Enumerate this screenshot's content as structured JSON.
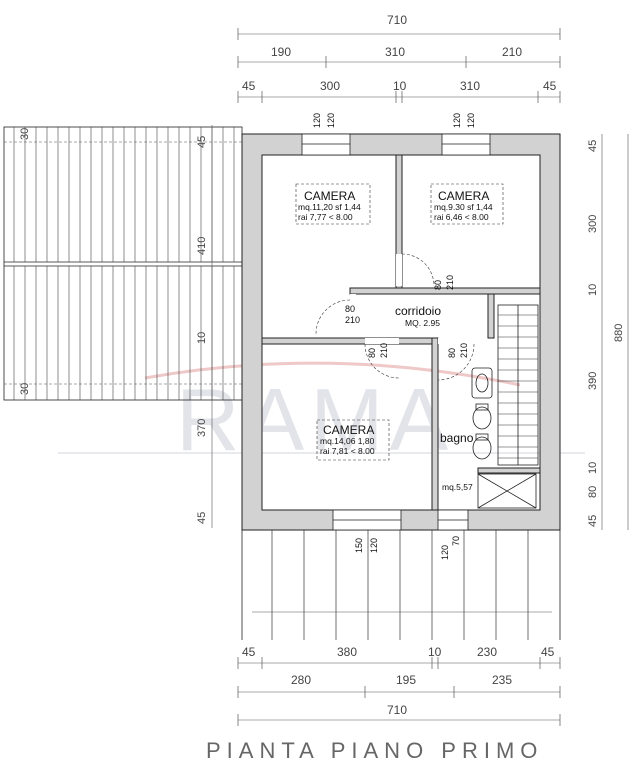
{
  "top_dims": {
    "total": "710",
    "row2": [
      "190",
      "310",
      "210"
    ],
    "row3": [
      "45",
      "300",
      "10",
      "310",
      "45"
    ]
  },
  "bottom_dims": {
    "row1": [
      "45",
      "380",
      "10",
      "230",
      "45"
    ],
    "row2": [
      "280",
      "195",
      "235"
    ],
    "total": "710"
  },
  "right_dims": {
    "parts": [
      "45",
      "300",
      "10",
      "390",
      "10",
      "80",
      "45"
    ],
    "total": "880"
  },
  "left_dims": {
    "parts": [
      "45",
      "410",
      "10",
      "370",
      "45"
    ],
    "terrace_marks": [
      "30",
      "30"
    ]
  },
  "window_marks": {
    "top_left": [
      "120",
      "120"
    ],
    "top_right": [
      "120",
      "120"
    ],
    "bottom_left": [
      "150",
      "120"
    ],
    "bottom_right": [
      "120",
      "70"
    ]
  },
  "door_marks": {
    "camera2_door": [
      "80",
      "210"
    ],
    "corridoio_door_left": [
      "80",
      "210"
    ],
    "camera3_door": [
      "80",
      "210"
    ],
    "bagno_door": [
      "80",
      "210"
    ]
  },
  "rooms": {
    "camera1": {
      "name": "CAMERA",
      "line1": "mq.11,20 sf 1,44",
      "line2": "rai 7,77 < 8.00"
    },
    "camera2": {
      "name": "CAMERA",
      "line1": "mq.9.30 sf 1,44",
      "line2": "rai 6,46 < 8.00"
    },
    "corridoio": {
      "name": "corridoio",
      "line1": "MQ. 2.95"
    },
    "camera3": {
      "name": "CAMERA",
      "line1": "mq.14,06 1,80",
      "line2": "rai 7,81 < 8.00"
    },
    "bagno": {
      "name": "bagno",
      "line1": "mq.5,57"
    }
  },
  "watermark": "RAMA",
  "title": "PIANTA PIANO PRIMO"
}
